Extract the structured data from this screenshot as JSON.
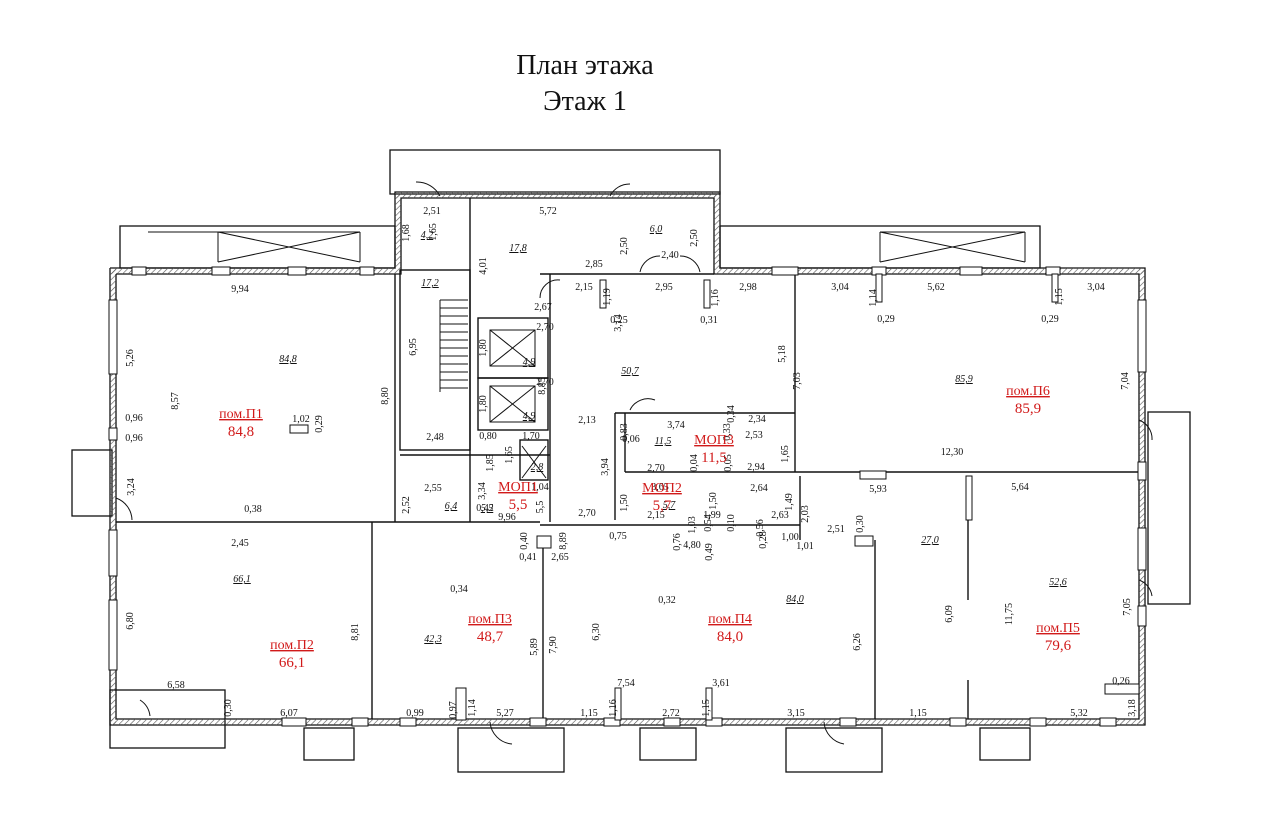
{
  "header": {
    "title": "План этажа",
    "subtitle": "Этаж 1"
  },
  "colors": {
    "wall": "#111111",
    "hatch": "#555555",
    "room_label": "#d11a1a",
    "dimension": "#111111"
  },
  "rooms": [
    {
      "id": "p1",
      "name": "пом.П1",
      "area": "84,8"
    },
    {
      "id": "p2",
      "name": "пом.П2",
      "area": "66,1"
    },
    {
      "id": "p3",
      "name": "пом.П3",
      "area": "48,7"
    },
    {
      "id": "p4",
      "name": "пом.П4",
      "area": "84,0"
    },
    {
      "id": "p5",
      "name": "пом.П5",
      "area": "79,6"
    },
    {
      "id": "p6",
      "name": "пом.П6",
      "area": "85,9"
    },
    {
      "id": "mop1",
      "name": "МОП1",
      "area": "5,5"
    },
    {
      "id": "mop2",
      "name": "МОП2",
      "area": "5,7"
    },
    {
      "id": "mop3",
      "name": "МОП3",
      "area": "11,5"
    }
  ],
  "area_labels": [
    "84,8",
    "66,1",
    "42,3",
    "84,0",
    "27,0",
    "52,6",
    "85,9",
    "50,7",
    "17,8",
    "17,2",
    "4,2",
    "6,0",
    "4,9",
    "4,9",
    "2,8",
    "6,4",
    "5,5",
    "5,7",
    "11,5"
  ],
  "dimensions": [
    "2,51",
    "5,72",
    "1,68",
    "1,65",
    "4,01",
    "2,50",
    "2,50",
    "2,40",
    "2,85",
    "2,15",
    "1,19",
    "2,95",
    "1,16",
    "2,98",
    "3,04",
    "1,14",
    "5,62",
    "1,15",
    "3,04",
    "9,94",
    "2,67",
    "0,25",
    "0,31",
    "0,29",
    "0,29",
    "2,70",
    "5,18",
    "1,80",
    "6,95",
    "5,26",
    "8,57",
    "8,80",
    "7,03",
    "7,04",
    "2,70",
    "8,85",
    "1,80",
    "3,74",
    "0,34",
    "2,34",
    "0,96",
    "1,02",
    "0,29",
    "0,83",
    "0,06",
    "0,33",
    "2,53",
    "0,96",
    "2,48",
    "2,13",
    "0,80",
    "1,70",
    "1,65",
    "12,30",
    "1,85",
    "1,65",
    "3,94",
    "2,70",
    "0,04",
    "0,05",
    "2,94",
    "3,24",
    "3,34",
    "1,04",
    "3,65",
    "2,64",
    "5,93",
    "5,64",
    "2,55",
    "2,52",
    "1,49",
    "0,38",
    "0,42",
    "9,96",
    "5,5",
    "2,70",
    "1,50",
    "2,15",
    "1,50",
    "2,63",
    "2,03",
    "1,03",
    "1,99",
    "0,54",
    "0,10",
    "0,56",
    "2,51",
    "0,30",
    "2,45",
    "0,40",
    "8,89",
    "0,75",
    "0,76",
    "4,80",
    "0,49",
    "1,00",
    "0,28",
    "1,01",
    "0,41",
    "2,65",
    "0,34",
    "0,32",
    "6,09",
    "11,75",
    "6,80",
    "8,81",
    "5,89",
    "7,90",
    "6,30",
    "6,26",
    "7,05",
    "6,58",
    "7,54",
    "3,61",
    "0,26",
    "0,30",
    "0,97",
    "1,14",
    "1,15",
    "1,16",
    "2,72",
    "1,15",
    "3,15",
    "1,15",
    "5,32",
    "3,18",
    "6,07",
    "0,99",
    "5,27",
    "3,14",
    "2,70",
    "0,25"
  ]
}
